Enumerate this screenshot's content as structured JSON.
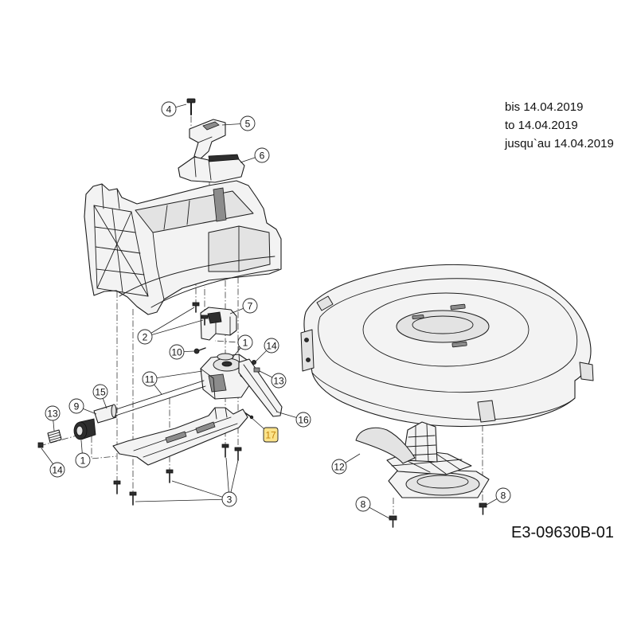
{
  "validity_note": {
    "de": "bis 14.04.2019",
    "en": "to 14.04.2019",
    "fr": "jusqu`au 14.04.2019"
  },
  "drawing_number": "E3-09630B-01",
  "callouts": [
    {
      "label": "4"
    },
    {
      "label": "5"
    },
    {
      "label": "6"
    },
    {
      "label": "7"
    },
    {
      "label": "2"
    },
    {
      "label": "10"
    },
    {
      "label": "1"
    },
    {
      "label": "14"
    },
    {
      "label": "13"
    },
    {
      "label": "11"
    },
    {
      "label": "9"
    },
    {
      "label": "15"
    },
    {
      "label": "13"
    },
    {
      "label": "16"
    },
    {
      "label": "17",
      "highlighted": true
    },
    {
      "label": "1"
    },
    {
      "label": "14"
    },
    {
      "label": "12"
    },
    {
      "label": "3"
    },
    {
      "label": "8"
    },
    {
      "label": "8"
    }
  ],
  "colors": {
    "line": "#1c1c1c",
    "part_fill": "#f3f3f3",
    "highlight_fill": "#fbe38a",
    "highlight_stroke": "#e2b23c",
    "highlight_text": "#c4840c"
  }
}
